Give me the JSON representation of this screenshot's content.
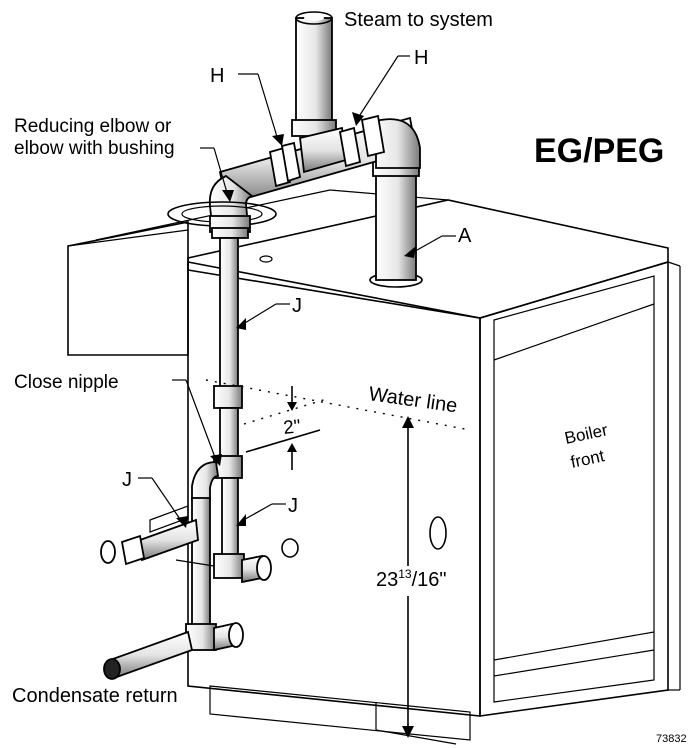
{
  "labels": {
    "steam_to_system": "Steam to system",
    "h_left": "H",
    "h_right": "H",
    "reducing_elbow_line1": "Reducing elbow or",
    "reducing_elbow_line2": "elbow with bushing",
    "model": "EG/PEG",
    "a": "A",
    "j_upper": "J",
    "close_nipple": "Close nipple",
    "water_line": "Water line",
    "two_inch": "2\"",
    "boiler_front_line1": "Boiler",
    "boiler_front_line2": "front",
    "j_left": "J",
    "j_right": "J",
    "dimension_main": "23",
    "dimension_fraction": "13",
    "dimension_denominator": "/16\"",
    "condensate_return": "Condensate return",
    "figure_number": "73832"
  },
  "colors": {
    "line": "#000000",
    "pipe_fill": "#ffffff",
    "pipe_shade": "#9a9a9a",
    "boiler_fill": "#ffffff"
  }
}
